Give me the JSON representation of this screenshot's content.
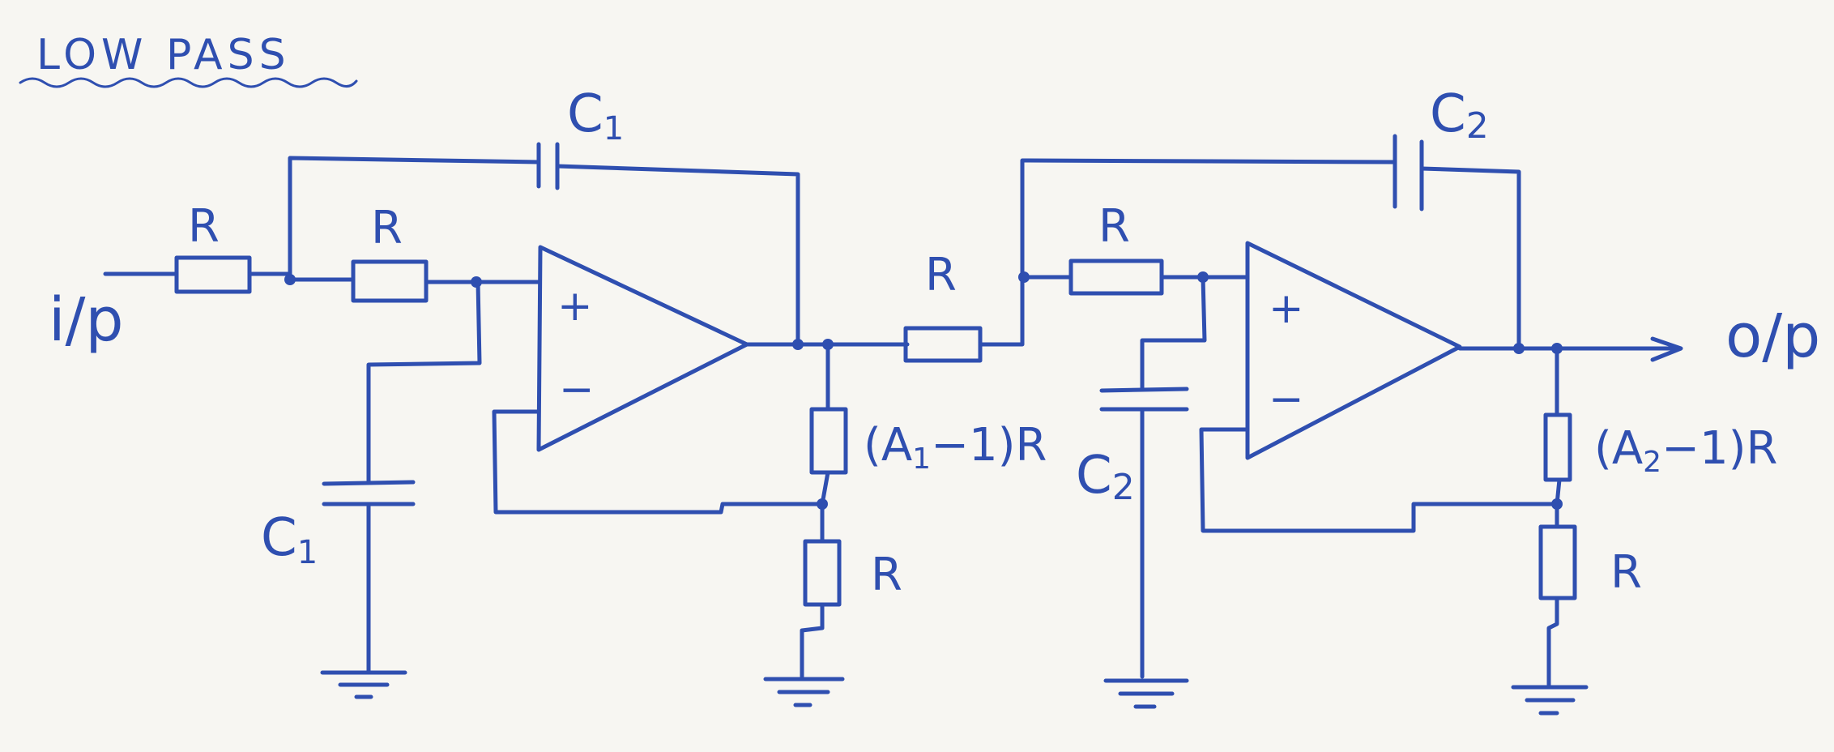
{
  "title": "LOW PASS",
  "io": {
    "input": "i/p",
    "output": "o/p"
  },
  "stage1": {
    "r_in": "R",
    "r_mid": "R",
    "c_feedback": "C",
    "c_feedback_sub": "1",
    "c_ground": "C",
    "c_ground_sub": "1",
    "opamp_plus": "+",
    "opamp_minus": "−",
    "r_gain_text": "(A",
    "r_gain_sub": "1",
    "r_gain_tail": "−1)R",
    "r_bottom": "R"
  },
  "stage2": {
    "r_link": "R",
    "r_in": "R",
    "c_feedback": "C",
    "c_feedback_sub": "2",
    "c_ground": "C",
    "c_ground_sub": "2",
    "opamp_plus": "+",
    "opamp_minus": "−",
    "r_gain_text": "(A",
    "r_gain_sub": "2",
    "r_gain_tail": "−1)R",
    "r_bottom": "R"
  },
  "colors": {
    "ink": "#2f4fb0",
    "paper": "#f7f6f2"
  }
}
